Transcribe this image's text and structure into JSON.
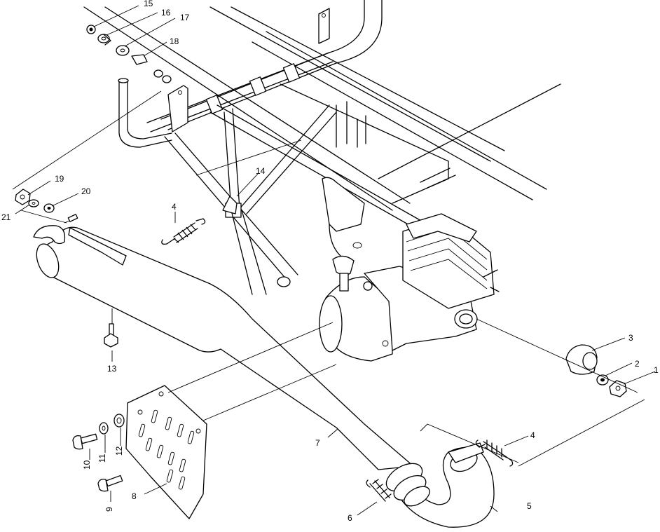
{
  "callouts": {
    "c1": "1",
    "c2": "2",
    "c3": "3",
    "c4a": "4",
    "c4b": "4",
    "c5": "5",
    "c6": "6",
    "c7": "7",
    "c8": "8",
    "c9": "9",
    "c10": "10",
    "c11": "11",
    "c12": "12",
    "c13": "13",
    "c14": "14",
    "c15": "15",
    "c16": "16",
    "c17": "17",
    "c18": "18",
    "c19": "19",
    "c20": "20",
    "c21": "21"
  }
}
